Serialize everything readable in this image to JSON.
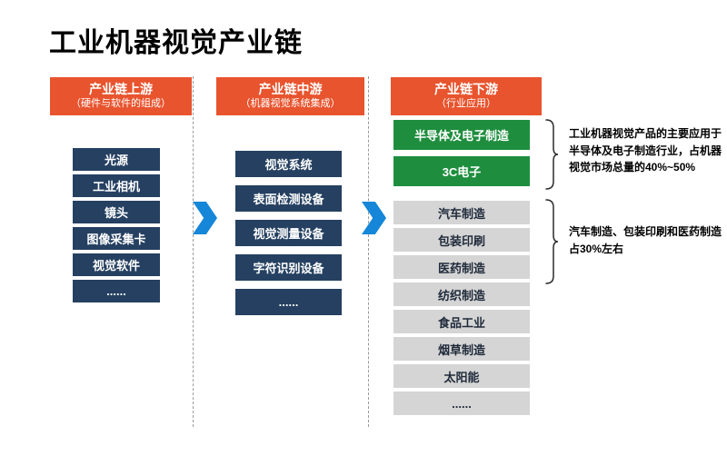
{
  "title": "工业机器视觉产业链",
  "colors": {
    "header_orange": "#E8542E",
    "box_navy": "#254061",
    "box_green": "#1E8E3E",
    "box_gray": "#D5D5D5",
    "arrow_blue": "#1586D8"
  },
  "icons": {
    "flow_arrow": "chevron-right",
    "brace": "curly-brace-right"
  },
  "upstream": {
    "header_title": "产业链上游",
    "header_subtitle": "（硬件与软件的组成）",
    "items": [
      "光源",
      "工业相机",
      "镜头",
      "图像采集卡",
      "视觉软件",
      "......"
    ]
  },
  "midstream": {
    "header_title": "产业链中游",
    "header_subtitle": "（机器视觉系统集成）",
    "items": [
      "视觉系统",
      "表面检测设备",
      "视觉测量设备",
      "字符识别设备",
      "......"
    ]
  },
  "downstream": {
    "header_title": "产业链下游",
    "header_subtitle": "（行业应用）",
    "highlight_items": [
      "半导体及电子制造",
      "3C电子"
    ],
    "items": [
      "汽车制造",
      "包装印刷",
      "医药制造",
      "纺织制造",
      "食品工业",
      "烟草制造",
      "太阳能",
      "......"
    ]
  },
  "annotations": [
    {
      "text": "工业机器视觉产品的主要应用于半导体及电子制造行业，占机器视觉市场总量的40%~50%"
    },
    {
      "text": "汽车制造、包装印刷和医药制造占30%左右"
    }
  ]
}
